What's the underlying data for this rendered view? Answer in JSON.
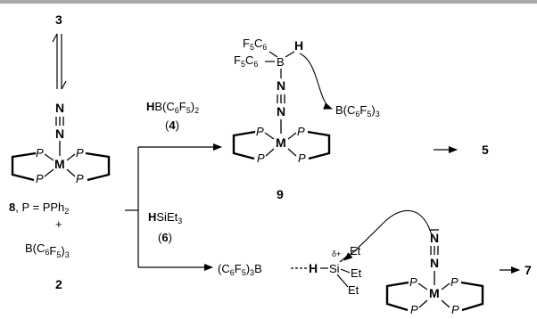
{
  "compounds": {
    "c3": "3",
    "c5": "5",
    "c7": "7",
    "c8_label": "8",
    "c8_def": ", P = PPh",
    "c8_def_sub": "2",
    "plus": "+",
    "c2_formula": "B(C",
    "c2_label": "2",
    "c9_label": "9"
  },
  "reagents": {
    "r4_formula_h": "H",
    "r4_formula_rest": "B(C",
    "r4_label": "4",
    "r6_formula_h": "H",
    "r6_formula_rest": "SiEt",
    "r6_sub": "3",
    "r6_label": "6"
  },
  "atoms": {
    "N": "N",
    "M": "M",
    "P": "P",
    "B": "B",
    "H": "H",
    "Si": "Si",
    "Et": "Et",
    "delta": "δ+"
  },
  "fragments": {
    "c6f5_a": "F",
    "c6f5_b": "C",
    "five": "5",
    "six": "6",
    "b_c6f5_3": "B(C",
    "close3": ")",
    "close2": ")",
    "adduct_left": "(C",
    "adduct_mid": ")",
    "adduct_b": "B",
    "adduct_h": "H"
  }
}
